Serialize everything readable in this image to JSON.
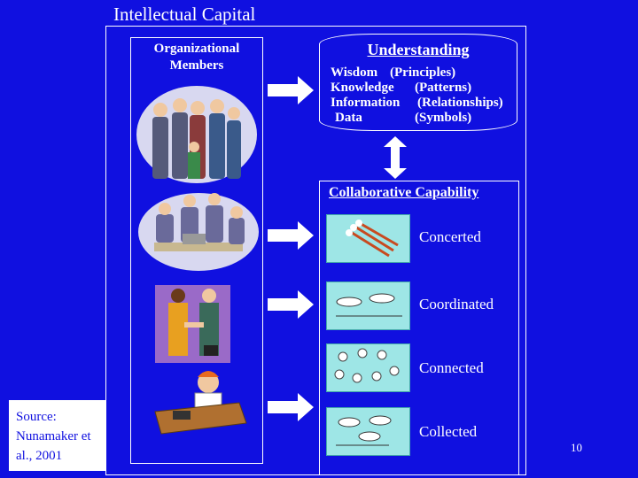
{
  "slide": {
    "title": "Intellectual Capital",
    "page_number": "10"
  },
  "members": {
    "label_line1": "Organizational",
    "label_line2": "Members"
  },
  "understanding": {
    "title": "Understanding",
    "levels": [
      {
        "name": "Wisdom",
        "symbol": "(Principles)"
      },
      {
        "name": "Knowledge",
        "symbol": "(Patterns)"
      },
      {
        "name": "Information",
        "symbol": "(Relationships)"
      },
      {
        "name": "Data",
        "symbol": "(Symbols)"
      }
    ]
  },
  "collaboration": {
    "title": "Collaborative Capability",
    "levels": [
      "Concerted",
      "Coordinated",
      "Connected",
      "Collected"
    ]
  },
  "source": {
    "line1": "Source:",
    "line2": "Nunamaker et",
    "line3": "al., 2001"
  },
  "colors": {
    "background": "#1010e0",
    "text": "#ffffff",
    "icon_panel": "#9ee6e6"
  },
  "icons": [
    "group-of-people-clipart",
    "team-meeting-clipart",
    "handshake-clipart",
    "person-on-phone-clipart",
    "double-arrow-icon",
    "right-arrow-icon"
  ]
}
